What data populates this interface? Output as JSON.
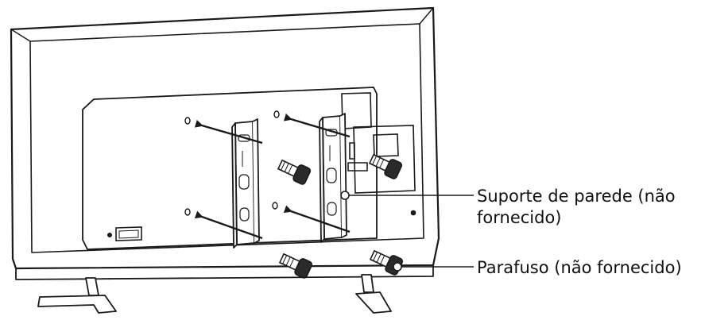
{
  "labels": {
    "bracket_line1": "Suporte de parede (não",
    "bracket_line2": "fornecido)",
    "screw": "Parafuso (não fornecido)"
  },
  "colors": {
    "line": "#1a1a1a",
    "panel": "#ffffff",
    "background": "#ffffff"
  }
}
